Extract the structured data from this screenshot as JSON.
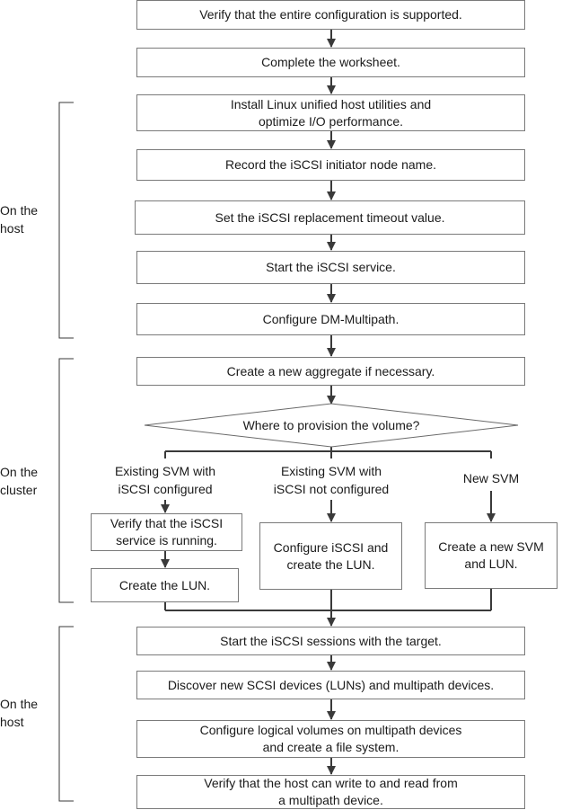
{
  "steps": {
    "verify_config": "Verify that the entire configuration is supported.",
    "worksheet": "Complete the worksheet.",
    "install_line1": "Install Linux unified host utilities and",
    "install_line2": "optimize I/O performance.",
    "record": "Record the iSCSI initiator node name.",
    "timeout": "Set the iSCSI replacement timeout value.",
    "start_service": "Start the iSCSI service.",
    "dm": "Configure DM-Multipath.",
    "aggregate": "Create a new aggregate if necessary.",
    "decision": "Where to provision the volume?",
    "verify_running_line1": "Verify that the iSCSI",
    "verify_running_line2": "service is running.",
    "create_lun": "Create the LUN.",
    "configure_iscsi_line1": "Configure iSCSI and",
    "configure_iscsi_line2": "create the LUN.",
    "new_svm_line1": "Create a new SVM",
    "new_svm_line2": "and LUN.",
    "sessions": "Start the iSCSI sessions with the target.",
    "discover": "Discover new SCSI devices (LUNs) and multipath devices.",
    "logical_line1": "Configure logical volumes on multipath devices",
    "logical_line2": "and create a file system.",
    "verify_rw_line1": "Verify that the host can write to and read from",
    "verify_rw_line2": "a multipath device."
  },
  "branches": {
    "existing_configured_line1": "Existing SVM with",
    "existing_configured_line2": "iSCSI configured",
    "existing_not_configured_line1": "Existing SVM with",
    "existing_not_configured_line2": "iSCSI not configured",
    "new_svm": "New SVM"
  },
  "groups": {
    "host1_line1": "On the",
    "host1_line2": "host",
    "cluster_line1": "On the",
    "cluster_line2": "cluster",
    "host2_line1": "On the",
    "host2_line2": "host"
  }
}
